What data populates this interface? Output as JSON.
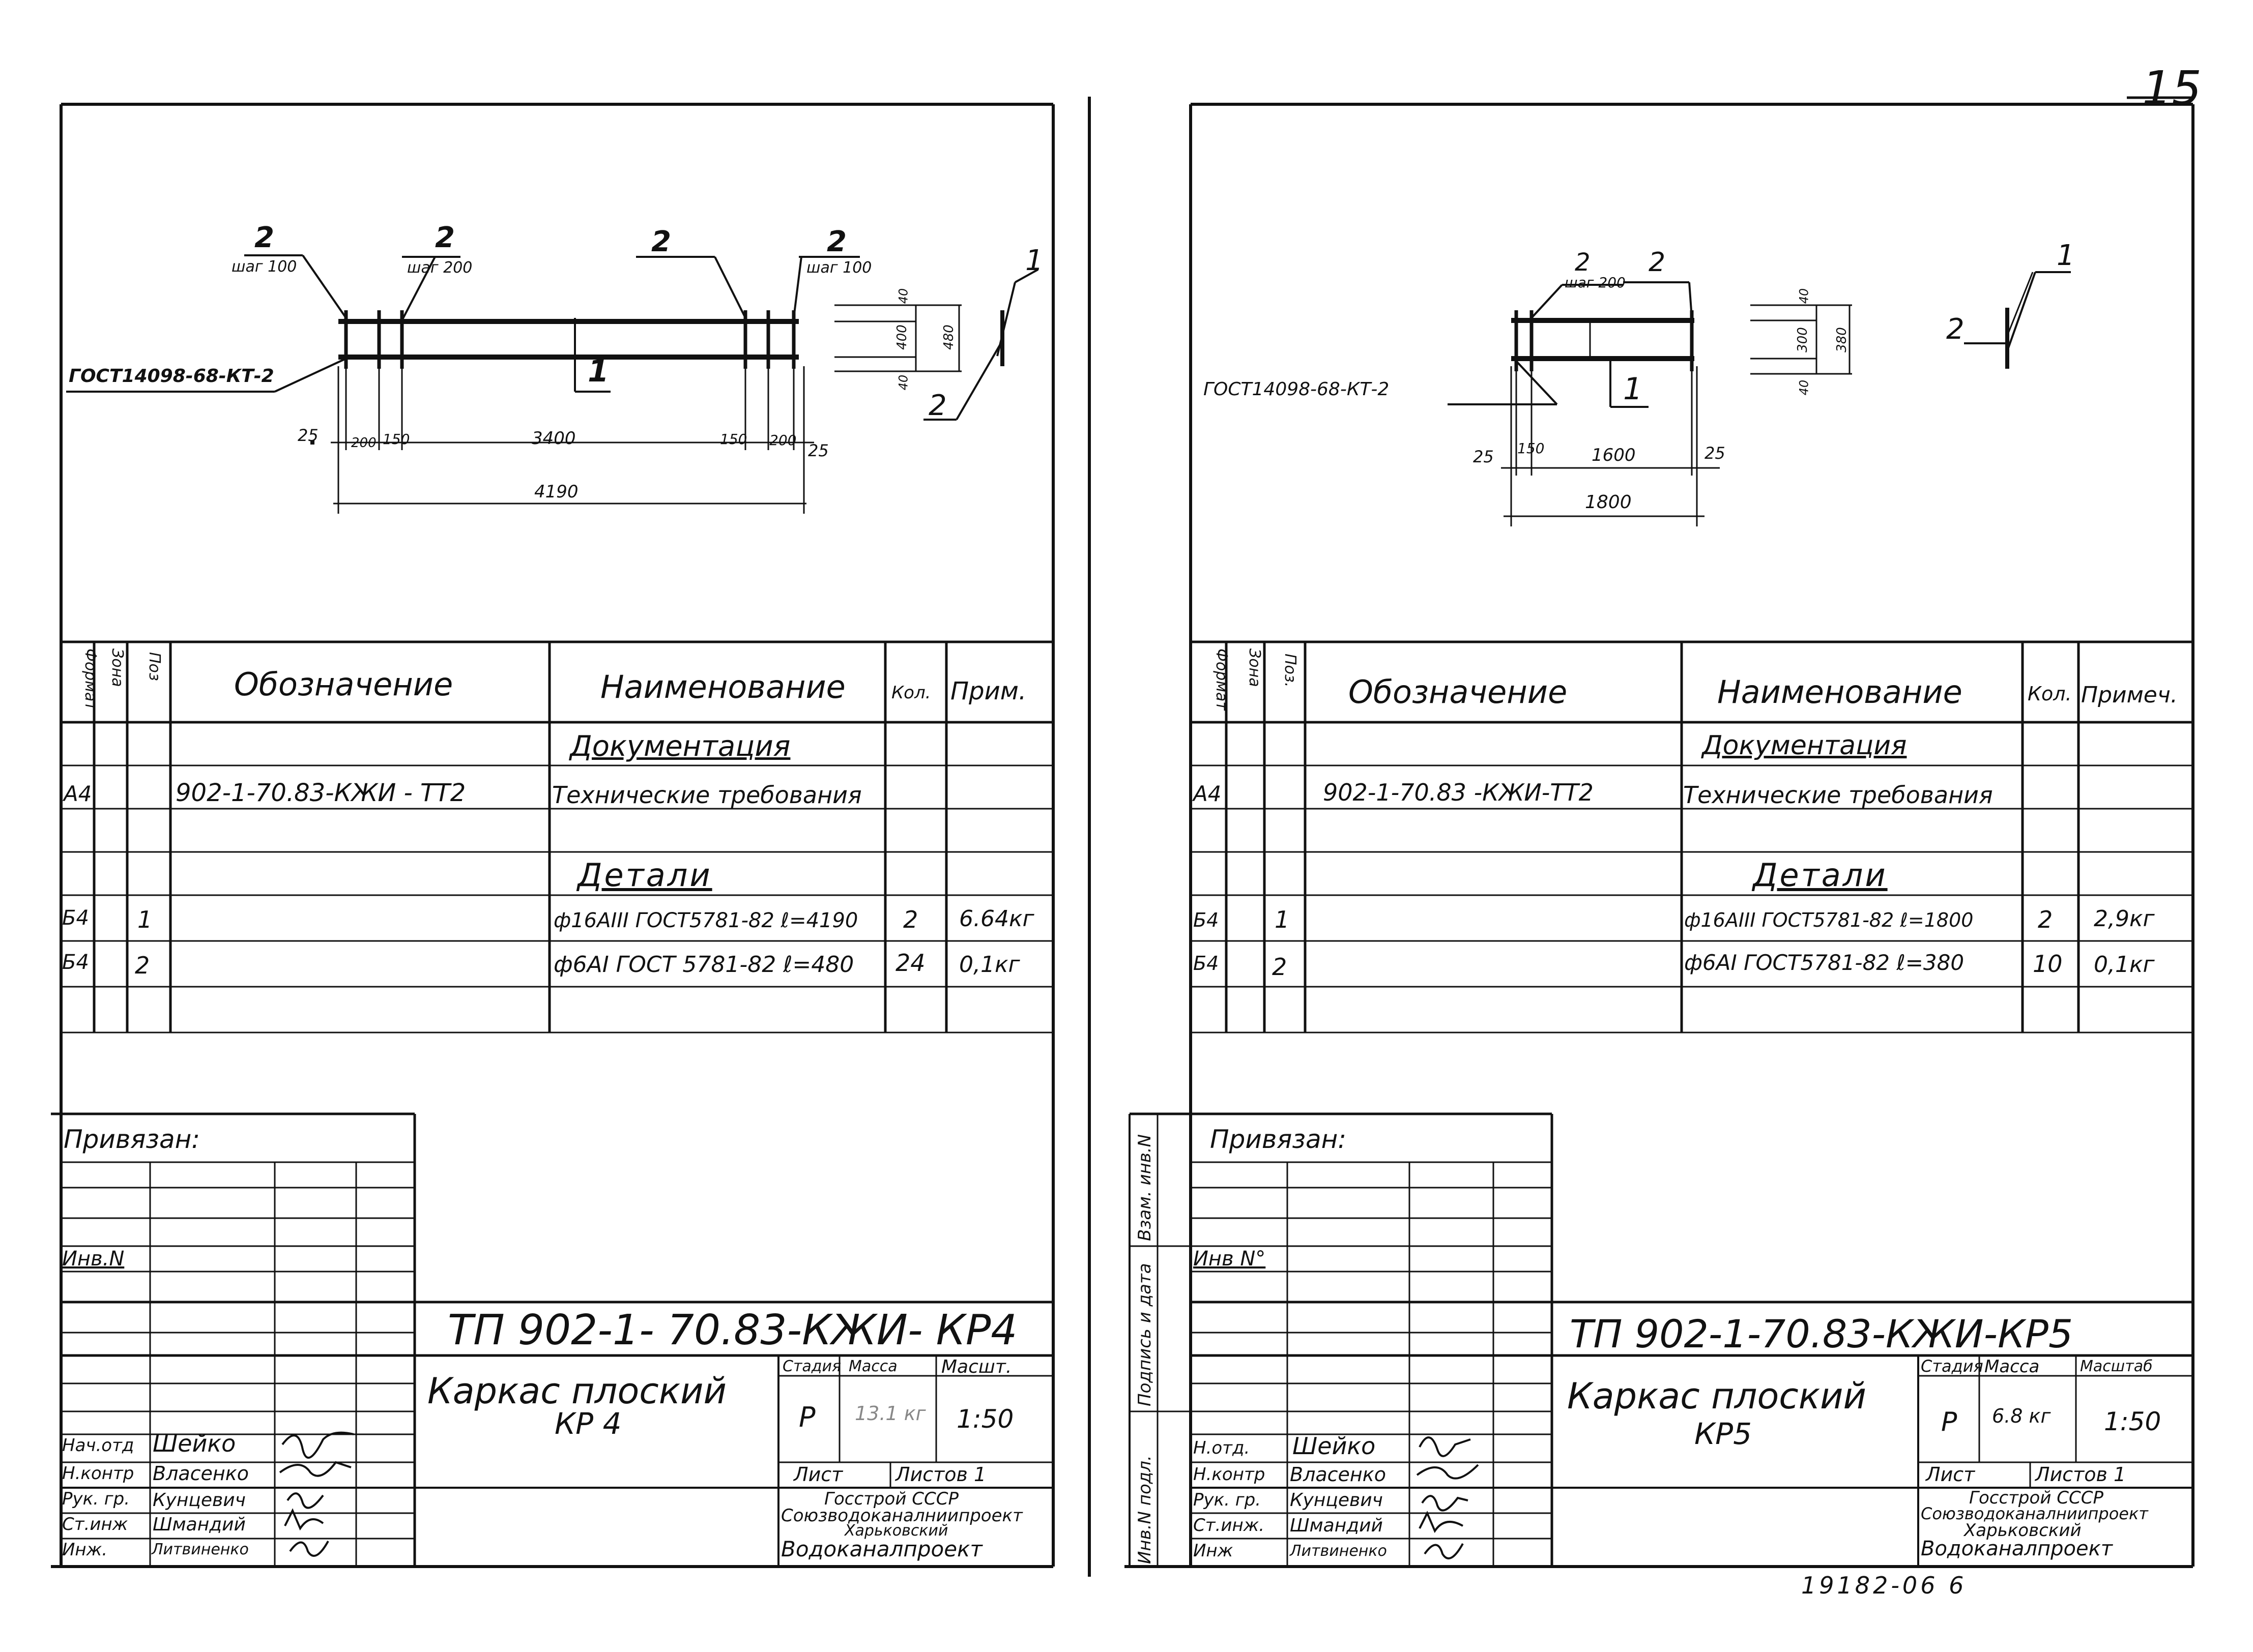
{
  "page_number": "15",
  "bottom_note": "19182-06 6",
  "left_sheet": {
    "drawing": {
      "callouts_top": [
        "2",
        "2",
        "2",
        "2"
      ],
      "steps_top": [
        "шаг 100",
        "шаг 200",
        "шаг 100"
      ],
      "gost_label": "ГОСТ14098-68-КТ-2",
      "pos_1": "1",
      "pos_2": "2",
      "pos_1_side": "1",
      "dims_bottom": [
        "25",
        "200",
        "150",
        "3400",
        "150",
        "200",
        "25"
      ],
      "total_dim": "4190",
      "side_dims": [
        "40",
        "400",
        "480",
        "40"
      ]
    },
    "spec": {
      "headers": {
        "format": "Формат",
        "zone": "Зона",
        "pos": "Поз",
        "designation": "Обозначение",
        "name": "Наименование",
        "qty": "Кол.",
        "note": "Прим."
      },
      "section_docs": "Документация",
      "row_doc": {
        "format": "А4",
        "designation": "902-1-70.83-КЖИ - ТТ2",
        "name": "Технические требования"
      },
      "section_parts": "Детали",
      "rows": [
        {
          "format": "Б4",
          "pos": "1",
          "name": "ф16АIII ГОСТ5781-82 ℓ=4190",
          "qty": "2",
          "note": "6.64кг"
        },
        {
          "format": "Б4",
          "pos": "2",
          "name": "ф6АI ГОСТ 5781-82 ℓ=480",
          "qty": "24",
          "note": "0,1кг"
        }
      ]
    },
    "title_block": {
      "bound": "Привязан:",
      "inv": "Инв.N",
      "code": "ТП 902-1- 70.83-КЖИ- КР4",
      "title_line1": "Каркас плоский",
      "title_line2": "КР 4",
      "stage_label": "Стадия",
      "mass_label": "Масса",
      "scale_label": "Масшт.",
      "stage": "Р",
      "mass": "13.1 кг",
      "scale": "1:50",
      "sheet_label": "Лист",
      "sheets_label": "Листов 1",
      "org": [
        "Госстрой СССР",
        "Союзводоканалниипроект",
        "Харьковский",
        "Водоканалпроект"
      ],
      "roles": [
        "Нач.отд",
        "Н.контр",
        "Рук. гр.",
        "Ст.инж",
        "Инж."
      ],
      "names": [
        "Шейко",
        "Власенко",
        "Кунцевич",
        "Шмандий",
        "Литвиненко"
      ]
    }
  },
  "right_sheet": {
    "drawing": {
      "callouts_top": [
        "2",
        "2"
      ],
      "steps_top": [
        "шаг 200"
      ],
      "gost_label": "ГОСТ14098-68-КТ-2",
      "pos_1": "1",
      "pos_2_side": "2",
      "pos_1_side": "1",
      "dims_bottom": [
        "25",
        "150",
        "1600",
        "25"
      ],
      "total_dim": "1800",
      "side_dims": [
        "40",
        "300",
        "380",
        "40"
      ]
    },
    "spec": {
      "headers": {
        "format": "Формат",
        "zone": "Зона",
        "pos": "Поз.",
        "designation": "Обозначение",
        "name": "Наименование",
        "qty": "Кол.",
        "note": "Примеч."
      },
      "section_docs": "Документация",
      "row_doc": {
        "format": "А4",
        "designation": "902-1-70.83 -КЖИ-ТТ2",
        "name": "Технические требования"
      },
      "section_parts": "Детали",
      "rows": [
        {
          "format": "Б4",
          "pos": "1",
          "name": "ф16АIII ГОСТ5781-82 ℓ=1800",
          "qty": "2",
          "note": "2,9кг"
        },
        {
          "format": "Б4",
          "pos": "2",
          "name": "ф6АI ГОСТ5781-82 ℓ=380",
          "qty": "10",
          "note": "0,1кг"
        }
      ]
    },
    "title_block": {
      "bound": "Привязан:",
      "inv": "Инв N°",
      "side_labels": [
        "Инв.N подл.",
        "Подпись и дата",
        "Взам. инв.N"
      ],
      "code": "ТП 902-1-70.83-КЖИ-КР5",
      "title_line1": "Каркас плоский",
      "title_line2": "КР5",
      "stage_label": "Стадия",
      "mass_label": "Масса",
      "scale_label": "Масштаб",
      "stage": "Р",
      "mass": "6.8 кг",
      "scale": "1:50",
      "sheet_label": "Лист",
      "sheets_label": "Листов 1",
      "org": [
        "Госстрой СССР",
        "Союзводоканалниипроект",
        "Харьковский",
        "Водоканалпроект"
      ],
      "roles": [
        "Н.отд.",
        "Н.контр",
        "Рук. гр.",
        "Ст.инж.",
        "Инж"
      ],
      "names": [
        "Шейко",
        "Власенко",
        "Кунцевич",
        "Шмандий",
        "Литвиненко"
      ]
    }
  }
}
